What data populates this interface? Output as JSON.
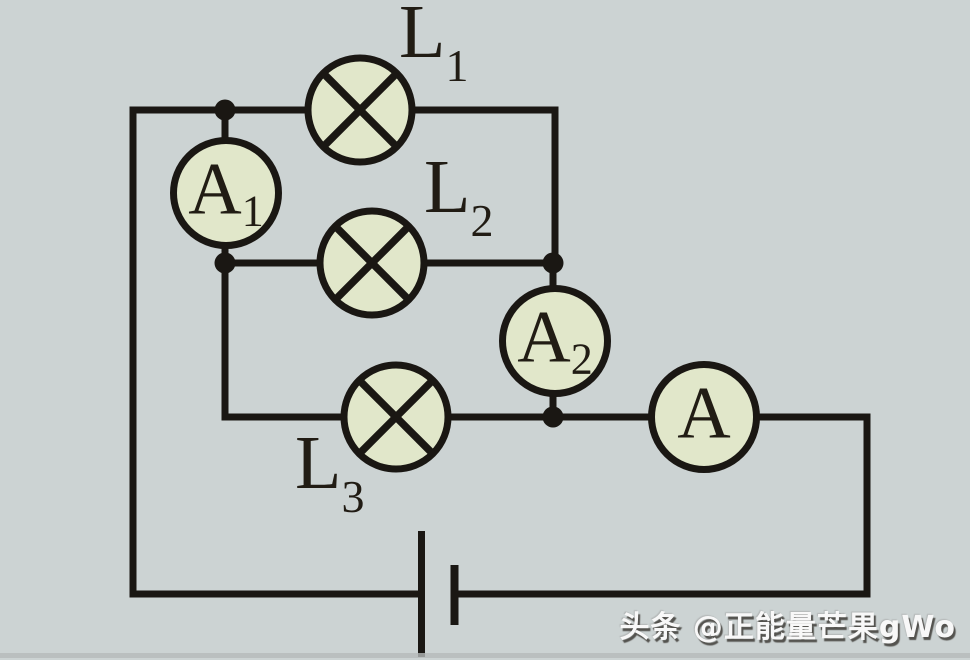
{
  "lamps": [
    {
      "id": "L1",
      "label": {
        "main": "L",
        "sub": "1"
      }
    },
    {
      "id": "L2",
      "label": {
        "main": "L",
        "sub": "2"
      }
    },
    {
      "id": "L3",
      "label": {
        "main": "L",
        "sub": "3"
      }
    }
  ],
  "ammeters": [
    {
      "id": "A1",
      "label": {
        "main": "A",
        "sub": "1"
      }
    },
    {
      "id": "A2",
      "label": {
        "main": "A",
        "sub": "2"
      }
    },
    {
      "id": "A",
      "label": {
        "main": "A",
        "sub": ""
      }
    }
  ],
  "watermark": {
    "text": "头条 @正能量芒果gWo"
  },
  "colors": {
    "bg": "#ccd3d3",
    "component-fill": "#e1e7ca",
    "wire": "#1a1713",
    "label": "#211c14",
    "watermark-text": "#f8f8f8",
    "bottom-strip": "#b5baba"
  }
}
